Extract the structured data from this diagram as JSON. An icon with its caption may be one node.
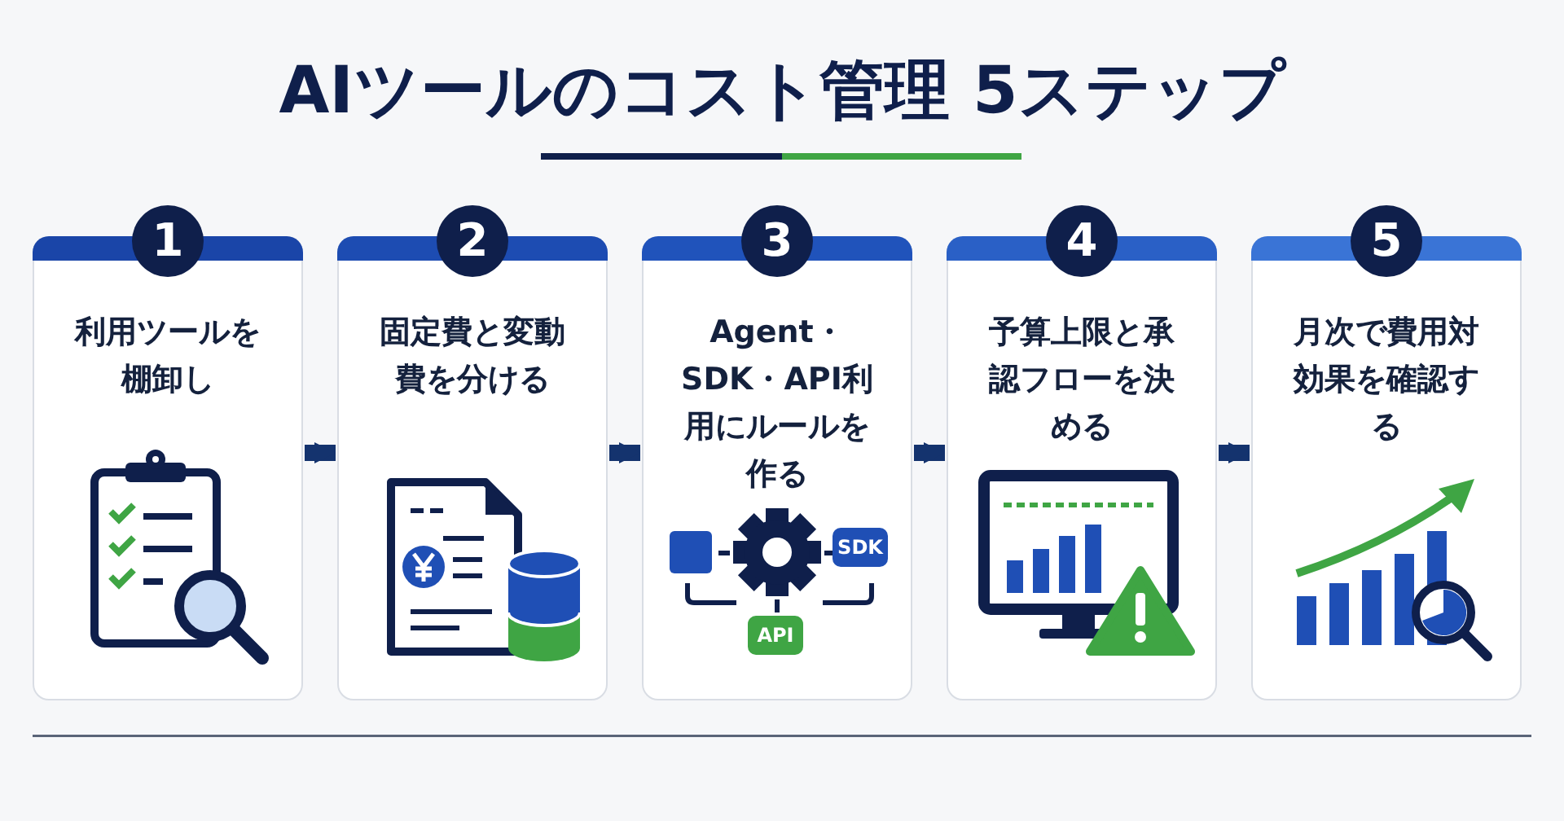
{
  "diagram": {
    "title": "AIツールのコスト管理 5ステップ",
    "nodes": [
      {
        "text": [
          "1",
          "利用ツールを棚卸し"
        ]
      },
      {
        "text": [
          "2",
          "固定費と変動費を分ける"
        ]
      },
      {
        "text": [
          "3",
          "Agent・SDK・API利用にルールを作る"
        ]
      },
      {
        "text": [
          "4",
          "予算上限と承認フローを決める"
        ]
      },
      {
        "text": [
          "5",
          "月次で費用対効果を確認する"
        ]
      }
    ],
    "edges": [
      {
        "from": 0,
        "to": 1,
        "arrow": "to"
      },
      {
        "from": 1,
        "to": 2,
        "arrow": "to"
      },
      {
        "from": 2,
        "to": 3,
        "arrow": "to"
      },
      {
        "from": 3,
        "to": 4,
        "arrow": "to"
      }
    ],
    "labels": [
      "SDK",
      "API"
    ]
  }
}
